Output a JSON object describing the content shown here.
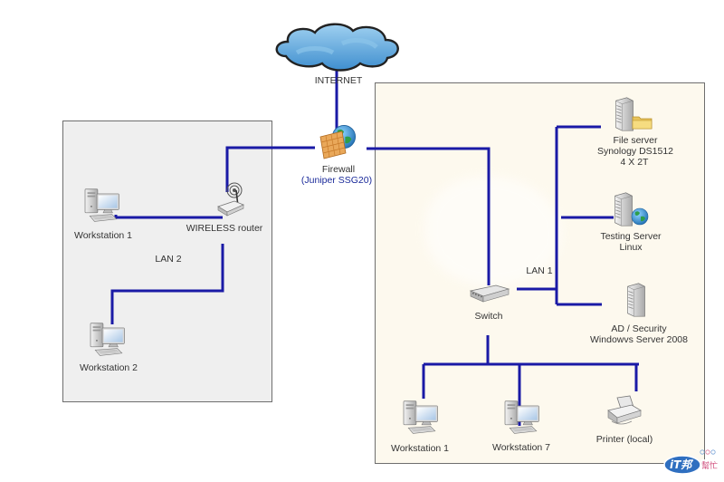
{
  "colors": {
    "link": "#1a1aa6",
    "zone_lan2_bg": "#efefef",
    "zone_lan1_bg": "#fdf9ee",
    "zone_border": "#6e6e6e",
    "sublabel_blue": "#1a2a9a"
  },
  "internet": {
    "label": "INTERNET",
    "icon": "cloud-icon"
  },
  "firewall": {
    "label": "Firewall",
    "model": "(Juniper SSG20)",
    "icon": "firewall-globe-icon"
  },
  "lan2": {
    "label": "LAN 2",
    "router": {
      "label": "WIRELESS router",
      "icon": "wireless-router-icon"
    },
    "workstations": [
      {
        "label": "Workstation 1",
        "icon": "workstation-icon"
      },
      {
        "label": "Workstation 2",
        "icon": "workstation-icon"
      }
    ]
  },
  "lan1": {
    "label": "LAN 1",
    "switch": {
      "label": "Switch",
      "icon": "switch-icon"
    },
    "servers": [
      {
        "lines": [
          "File server",
          "Synology DS1512",
          "4 X 2T"
        ],
        "icon": "file-server-icon"
      },
      {
        "lines": [
          "Testing Server",
          "Linux"
        ],
        "icon": "web-server-icon"
      },
      {
        "lines": [
          "AD / Security",
          "Windowvs Server 2008"
        ],
        "icon": "server-tower-icon"
      }
    ],
    "clients": [
      {
        "label": "Workstation 1",
        "icon": "workstation-icon"
      },
      {
        "label": "Workstation 7",
        "icon": "workstation-icon"
      },
      {
        "label": "Printer (local)",
        "icon": "printer-icon"
      }
    ]
  },
  "watermark": {
    "text_main": "iT邦",
    "text_sub": "幫忙",
    "icon": "ithome-logo-icon"
  }
}
